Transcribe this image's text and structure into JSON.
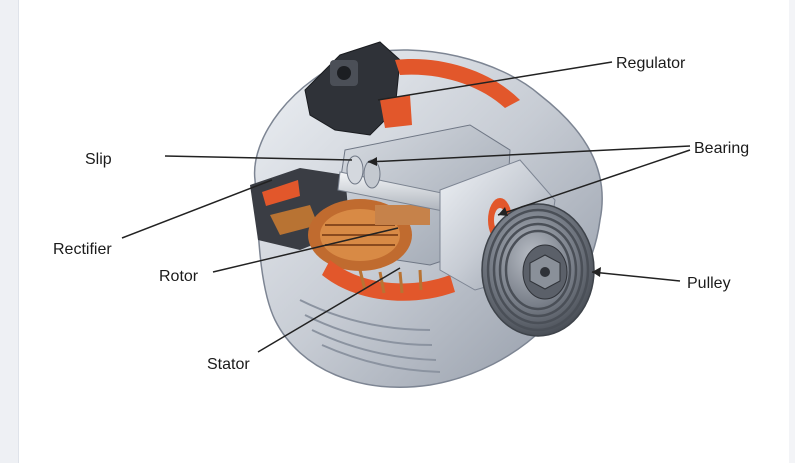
{
  "labels": {
    "regulator": "Regulator",
    "slip": "Slip",
    "bearing": "Bearing",
    "rectifier": "Rectifier",
    "rotor": "Rotor",
    "pulley": "Pulley",
    "stator": "Stator"
  },
  "colors": {
    "housing": "#c9ced6",
    "housing_shadow": "#8e96a3",
    "accent_orange": "#e2572b",
    "copper": "#b87333",
    "pulley": "#6c727c",
    "dark": "#2a2d33",
    "leader_line": "#222222"
  },
  "icons": {
    "main_illustration": "alternator-cutaway-illustration"
  }
}
